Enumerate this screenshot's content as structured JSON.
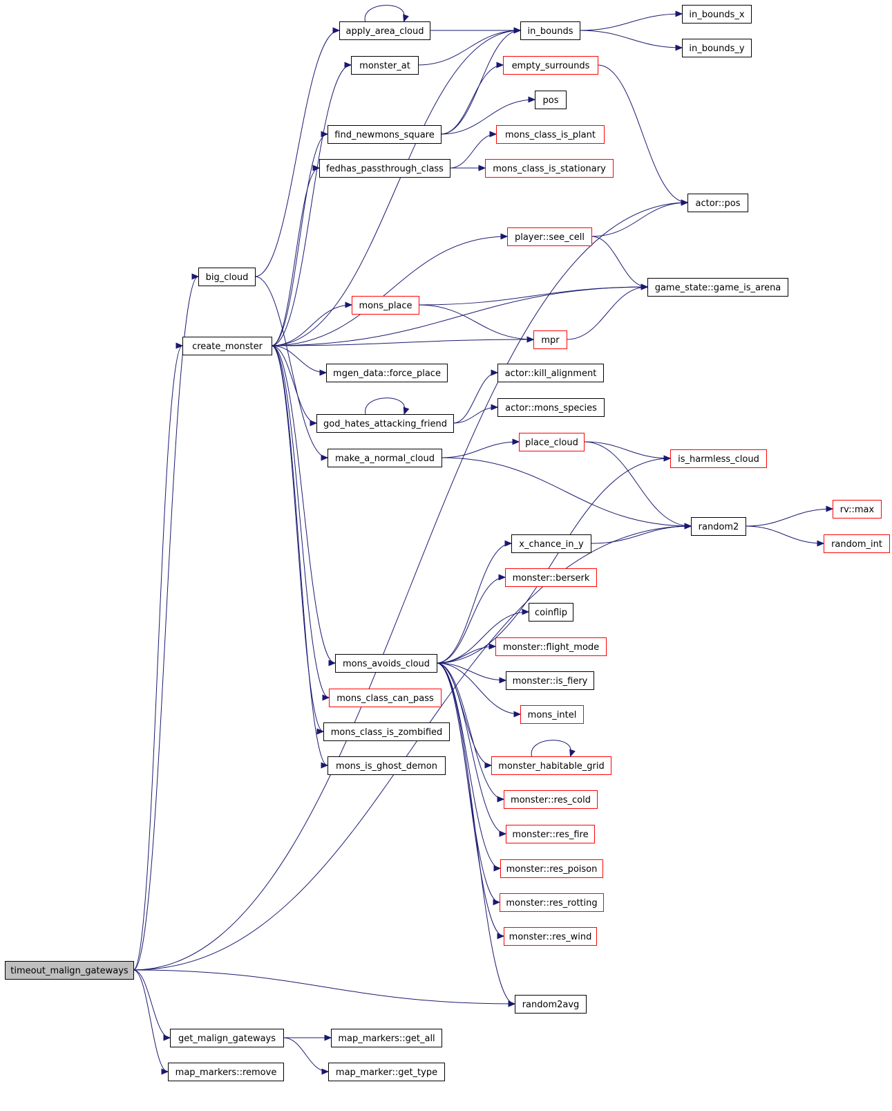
{
  "diagram": {
    "nodes": [
      {
        "id": "timeout_malign_gateways",
        "label": "timeout_malign_gateways",
        "style": "root"
      },
      {
        "id": "big_cloud",
        "label": "big_cloud",
        "style": "normal"
      },
      {
        "id": "create_monster",
        "label": "create_monster",
        "style": "normal"
      },
      {
        "id": "apply_area_cloud",
        "label": "apply_area_cloud",
        "style": "normal"
      },
      {
        "id": "monster_at",
        "label": "monster_at",
        "style": "normal"
      },
      {
        "id": "find_newmons_square",
        "label": "find_newmons_square",
        "style": "normal"
      },
      {
        "id": "fedhas_passthrough_class",
        "label": "fedhas_passthrough_class",
        "style": "normal"
      },
      {
        "id": "in_bounds",
        "label": "in_bounds",
        "style": "normal"
      },
      {
        "id": "in_bounds_x",
        "label": "in_bounds_x",
        "style": "normal"
      },
      {
        "id": "in_bounds_y",
        "label": "in_bounds_y",
        "style": "normal"
      },
      {
        "id": "empty_surrounds",
        "label": "empty_surrounds",
        "style": "external"
      },
      {
        "id": "pos",
        "label": "pos",
        "style": "normal"
      },
      {
        "id": "mons_class_is_plant",
        "label": "mons_class_is_plant",
        "style": "external"
      },
      {
        "id": "mons_class_is_stationary",
        "label": "mons_class_is_stationary",
        "style": "external"
      },
      {
        "id": "actor_pos",
        "label": "actor::pos",
        "style": "normal"
      },
      {
        "id": "player_see_cell",
        "label": "player::see_cell",
        "style": "external"
      },
      {
        "id": "game_is_arena",
        "label": "game_state::game_is_arena",
        "style": "normal"
      },
      {
        "id": "mons_place",
        "label": "mons_place",
        "style": "external"
      },
      {
        "id": "mpr",
        "label": "mpr",
        "style": "external"
      },
      {
        "id": "force_place",
        "label": "mgen_data::force_place",
        "style": "normal"
      },
      {
        "id": "god_hates_attacking_friend",
        "label": "god_hates_attacking_friend",
        "style": "normal"
      },
      {
        "id": "kill_alignment",
        "label": "actor::kill_alignment",
        "style": "normal"
      },
      {
        "id": "mons_species",
        "label": "actor::mons_species",
        "style": "normal"
      },
      {
        "id": "make_a_normal_cloud",
        "label": "make_a_normal_cloud",
        "style": "normal"
      },
      {
        "id": "place_cloud",
        "label": "place_cloud",
        "style": "external"
      },
      {
        "id": "is_harmless_cloud",
        "label": "is_harmless_cloud",
        "style": "external"
      },
      {
        "id": "random2",
        "label": "random2",
        "style": "normal"
      },
      {
        "id": "rv_max",
        "label": "rv::max",
        "style": "external"
      },
      {
        "id": "random_int",
        "label": "random_int",
        "style": "external"
      },
      {
        "id": "x_chance_in_y",
        "label": "x_chance_in_y",
        "style": "normal"
      },
      {
        "id": "berserk",
        "label": "monster::berserk",
        "style": "external"
      },
      {
        "id": "coinflip",
        "label": "coinflip",
        "style": "normal"
      },
      {
        "id": "flight_mode",
        "label": "monster::flight_mode",
        "style": "external"
      },
      {
        "id": "mons_avoids_cloud",
        "label": "mons_avoids_cloud",
        "style": "normal"
      },
      {
        "id": "is_fiery",
        "label": "monster::is_fiery",
        "style": "normal"
      },
      {
        "id": "mons_class_can_pass",
        "label": "mons_class_can_pass",
        "style": "external"
      },
      {
        "id": "mons_intel",
        "label": "mons_intel",
        "style": "external"
      },
      {
        "id": "mons_class_is_zombified",
        "label": "mons_class_is_zombified",
        "style": "normal"
      },
      {
        "id": "mons_is_ghost_demon",
        "label": "mons_is_ghost_demon",
        "style": "normal"
      },
      {
        "id": "monster_habitable_grid",
        "label": "monster_habitable_grid",
        "style": "external"
      },
      {
        "id": "res_cold",
        "label": "monster::res_cold",
        "style": "external"
      },
      {
        "id": "res_fire",
        "label": "monster::res_fire",
        "style": "external"
      },
      {
        "id": "res_poison",
        "label": "monster::res_poison",
        "style": "external"
      },
      {
        "id": "res_rotting",
        "label": "monster::res_rotting",
        "style": "external"
      },
      {
        "id": "res_wind",
        "label": "monster::res_wind",
        "style": "external"
      },
      {
        "id": "random2avg",
        "label": "random2avg",
        "style": "normal"
      },
      {
        "id": "get_malign_gateways",
        "label": "get_malign_gateways",
        "style": "normal"
      },
      {
        "id": "get_all",
        "label": "map_markers::get_all",
        "style": "normal"
      },
      {
        "id": "map_markers_remove",
        "label": "map_markers::remove",
        "style": "normal"
      },
      {
        "id": "get_type",
        "label": "map_marker::get_type",
        "style": "normal"
      }
    ],
    "edges": [
      [
        "timeout_malign_gateways",
        "big_cloud"
      ],
      [
        "timeout_malign_gateways",
        "create_monster"
      ],
      [
        "timeout_malign_gateways",
        "actor_pos"
      ],
      [
        "timeout_malign_gateways",
        "random2"
      ],
      [
        "timeout_malign_gateways",
        "random2avg"
      ],
      [
        "timeout_malign_gateways",
        "get_malign_gateways"
      ],
      [
        "timeout_malign_gateways",
        "map_markers_remove"
      ],
      [
        "big_cloud",
        "apply_area_cloud"
      ],
      [
        "big_cloud",
        "make_a_normal_cloud"
      ],
      [
        "apply_area_cloud",
        "apply_area_cloud"
      ],
      [
        "apply_area_cloud",
        "in_bounds"
      ],
      [
        "monster_at",
        "in_bounds"
      ],
      [
        "in_bounds",
        "in_bounds_x"
      ],
      [
        "in_bounds",
        "in_bounds_y"
      ],
      [
        "find_newmons_square",
        "in_bounds"
      ],
      [
        "find_newmons_square",
        "empty_surrounds"
      ],
      [
        "find_newmons_square",
        "pos"
      ],
      [
        "fedhas_passthrough_class",
        "mons_class_is_plant"
      ],
      [
        "fedhas_passthrough_class",
        "mons_class_is_stationary"
      ],
      [
        "empty_surrounds",
        "actor_pos"
      ],
      [
        "create_monster",
        "monster_at"
      ],
      [
        "create_monster",
        "find_newmons_square"
      ],
      [
        "create_monster",
        "fedhas_passthrough_class"
      ],
      [
        "create_monster",
        "in_bounds"
      ],
      [
        "create_monster",
        "player_see_cell"
      ],
      [
        "create_monster",
        "game_is_arena"
      ],
      [
        "create_monster",
        "mons_place"
      ],
      [
        "create_monster",
        "mpr"
      ],
      [
        "create_monster",
        "force_place"
      ],
      [
        "create_monster",
        "god_hates_attacking_friend"
      ],
      [
        "create_monster",
        "mons_avoids_cloud"
      ],
      [
        "create_monster",
        "mons_class_can_pass"
      ],
      [
        "create_monster",
        "mons_class_is_zombified"
      ],
      [
        "create_monster",
        "mons_is_ghost_demon"
      ],
      [
        "player_see_cell",
        "actor_pos"
      ],
      [
        "player_see_cell",
        "game_is_arena"
      ],
      [
        "mons_place",
        "game_is_arena"
      ],
      [
        "mons_place",
        "mpr"
      ],
      [
        "mpr",
        "game_is_arena"
      ],
      [
        "god_hates_attacking_friend",
        "god_hates_attacking_friend"
      ],
      [
        "god_hates_attacking_friend",
        "kill_alignment"
      ],
      [
        "god_hates_attacking_friend",
        "mons_species"
      ],
      [
        "make_a_normal_cloud",
        "place_cloud"
      ],
      [
        "make_a_normal_cloud",
        "random2"
      ],
      [
        "place_cloud",
        "is_harmless_cloud"
      ],
      [
        "place_cloud",
        "random2"
      ],
      [
        "random2",
        "rv_max"
      ],
      [
        "random2",
        "random_int"
      ],
      [
        "x_chance_in_y",
        "random2"
      ],
      [
        "mons_avoids_cloud",
        "is_harmless_cloud"
      ],
      [
        "mons_avoids_cloud",
        "x_chance_in_y"
      ],
      [
        "mons_avoids_cloud",
        "berserk"
      ],
      [
        "mons_avoids_cloud",
        "coinflip"
      ],
      [
        "mons_avoids_cloud",
        "flight_mode"
      ],
      [
        "mons_avoids_cloud",
        "is_fiery"
      ],
      [
        "mons_avoids_cloud",
        "mons_intel"
      ],
      [
        "mons_avoids_cloud",
        "monster_habitable_grid"
      ],
      [
        "mons_avoids_cloud",
        "res_cold"
      ],
      [
        "mons_avoids_cloud",
        "res_fire"
      ],
      [
        "mons_avoids_cloud",
        "res_poison"
      ],
      [
        "mons_avoids_cloud",
        "res_rotting"
      ],
      [
        "mons_avoids_cloud",
        "res_wind"
      ],
      [
        "mons_avoids_cloud",
        "random2avg"
      ],
      [
        "monster_habitable_grid",
        "monster_habitable_grid"
      ],
      [
        "get_malign_gateways",
        "get_all"
      ],
      [
        "get_malign_gateways",
        "get_type"
      ]
    ]
  }
}
